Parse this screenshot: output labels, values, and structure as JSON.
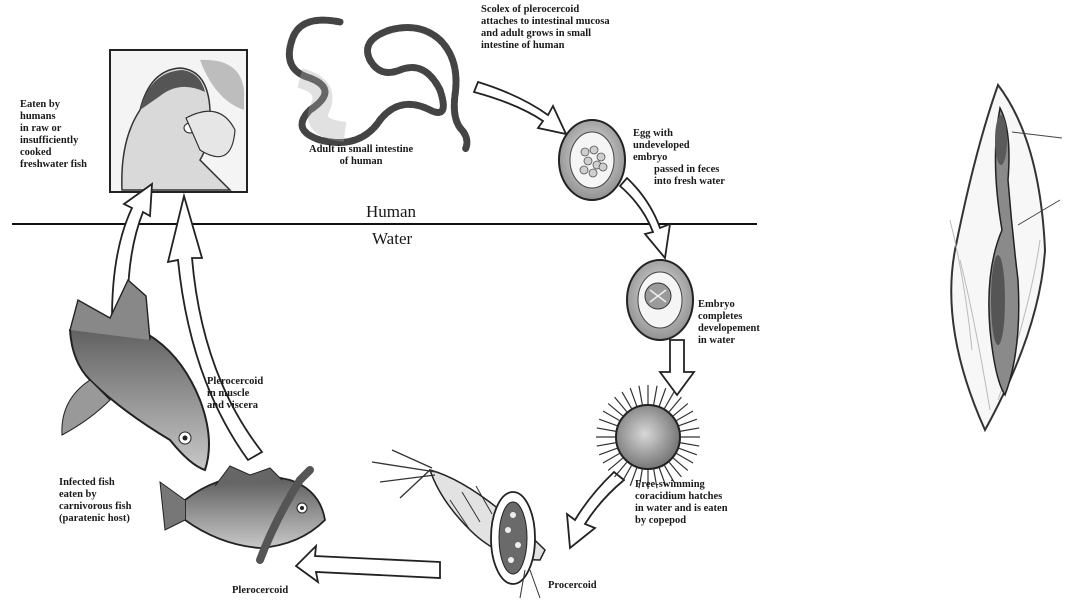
{
  "zones": {
    "human": "Human",
    "water": "Water"
  },
  "labels": {
    "scolex": "Scolex of plerocercoid\nattaches to intestinal mucosa\nand adult grows in small\nintestine of human",
    "adult": "Adult in small intestine\nof human",
    "egg": "Egg with\nundeveloped\nembryo",
    "egg_passed": "passed in feces\ninto fresh water",
    "embryo": "Embryo\ncompletes\ndevelopement\nin water",
    "coracidium": "Free-swimming\ncoracidium hatches\nin water and is eaten\nby copepod",
    "procercoid": "Procercoid",
    "plerocercoid_bottom": "Plerocercoid",
    "infected_fish": "Infected fish\neaten by\ncarnivorous fish\n(paratenic host)",
    "plerocercoid_muscle": "Plerocercoid\nin muscle\nand viscera",
    "eaten": "Eaten by\nhumans\nin raw or\ninsufficiently\ncooked\nfreshwater fish"
  }
}
